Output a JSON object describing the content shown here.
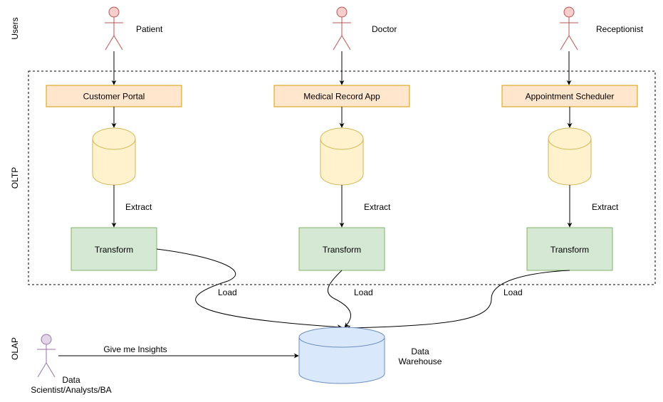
{
  "lanes": {
    "users": "Users",
    "oltp": "OLTP",
    "olap": "OLAP"
  },
  "actors": {
    "patient": "Patient",
    "doctor": "Doctor",
    "receptionist": "Receptionist",
    "analyst_line1": "Data",
    "analyst_line2": "Scientist/Analysts/BA"
  },
  "apps": {
    "customer_portal": "Customer Portal",
    "medical_record_app": "Medical Record App",
    "appointment_scheduler": "Appointment Scheduler"
  },
  "steps": {
    "extract": "Extract",
    "transform": "Transform",
    "load": "Load"
  },
  "warehouse": {
    "line1": "Data",
    "line2": "Warehouse"
  },
  "insight_edge": "Give me Insights",
  "colors": {
    "actor_fill": "#f8cecc",
    "actor_stroke": "#b85450",
    "analyst_fill": "#e1d5e7",
    "analyst_stroke": "#9673a6",
    "app_fill": "#ffe6cc",
    "app_stroke": "#d79b00",
    "db_fill": "#fff2cc",
    "db_stroke": "#d6b656",
    "transform_fill": "#d5e8d4",
    "transform_stroke": "#82b366",
    "warehouse_fill": "#dae8fc",
    "warehouse_stroke": "#6c8ebf"
  }
}
